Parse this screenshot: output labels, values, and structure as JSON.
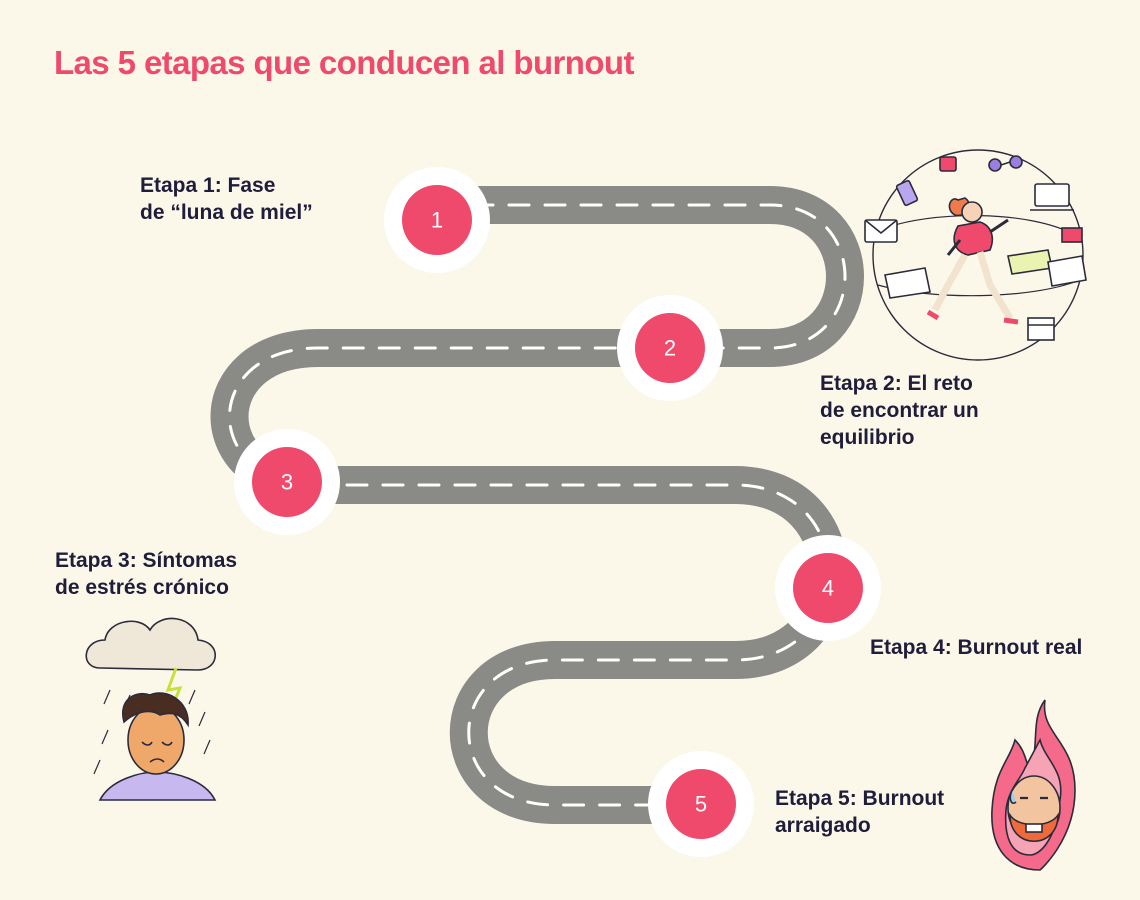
{
  "title": "Las 5 etapas que conducen al burnout",
  "stages": [
    {
      "number": "1",
      "label_lines": [
        "Etapa 1: Fase",
        "de “luna de miel”"
      ]
    },
    {
      "number": "2",
      "label_lines": [
        "Etapa 2: El reto",
        "de encontrar un",
        "equilibrio"
      ]
    },
    {
      "number": "3",
      "label_lines": [
        "Etapa 3: Síntomas",
        "de estrés crónico"
      ]
    },
    {
      "number": "4",
      "label_lines": [
        "Etapa 4: Burnout real"
      ]
    },
    {
      "number": "5",
      "label_lines": [
        "Etapa 5: Burnout",
        "arraigado"
      ]
    }
  ],
  "colors": {
    "background": "#fbf8ea",
    "title": "#ef4a6c",
    "road": "#8a8a86",
    "road_dash": "#ffffff",
    "badge": "#ef4a6c",
    "label_text": "#1f1d3a"
  },
  "illustrations": {
    "stage2": "running-woman-chaos-icon",
    "stage3": "stressed-man-rain-cloud-icon",
    "stage5": "burning-man-head-icon"
  }
}
